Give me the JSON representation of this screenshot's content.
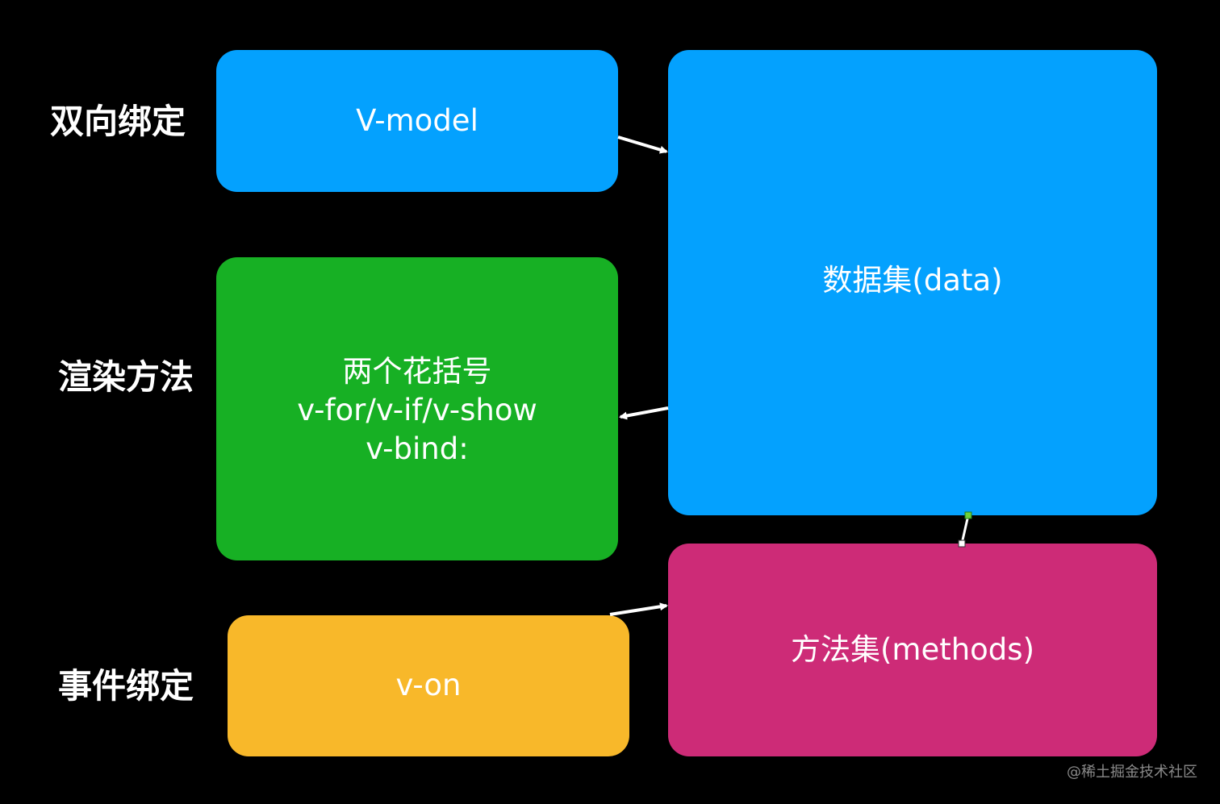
{
  "labels": {
    "binding": "双向绑定",
    "rendering": "渲染方法",
    "events": "事件绑定"
  },
  "boxes": {
    "vmodel": "V-model",
    "render": [
      "两个花括号",
      "v-for/v-if/v-show",
      "v-bind:"
    ],
    "von": "v-on",
    "data": "数据集(data)",
    "methods": "方法集(methods)"
  },
  "colors": {
    "blue": "#04a1fe",
    "green": "#17b024",
    "yellow": "#f8b82a",
    "magenta": "#cd2b77",
    "background": "#000000"
  },
  "watermark": "@稀土掘金技术社区"
}
